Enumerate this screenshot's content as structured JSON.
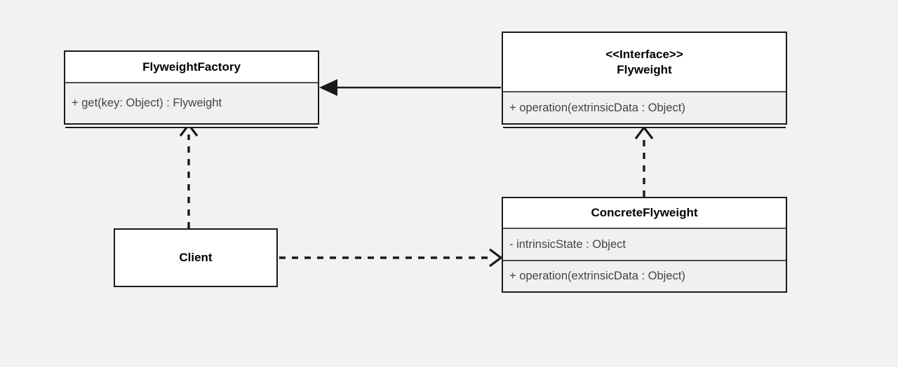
{
  "diagram": {
    "kind": "uml-class-diagram",
    "pattern": "Flyweight",
    "background_color": "#f2f2f2",
    "line_color": "#1a1a1a",
    "body_text_color": "#444444",
    "title_text_color": "#000000",
    "compartment_fill": "#f0f0f0",
    "header_fill": "#ffffff"
  },
  "classes": {
    "flyweight_factory": {
      "name": "FlyweightFactory",
      "operations": [
        "+ get(key: Object) : Flyweight"
      ]
    },
    "flyweight": {
      "stereotype": "<<Interface>>",
      "name": "Flyweight",
      "operations": [
        "+ operation(extrinsicData : Object)"
      ]
    },
    "concrete_flyweight": {
      "name": "ConcreteFlyweight",
      "attributes": [
        "- intrinsicState : Object"
      ],
      "operations": [
        "+ operation(extrinsicData : Object)"
      ]
    },
    "client": {
      "name": "Client"
    }
  },
  "relationships": [
    {
      "id": "flyweight-to-factory",
      "from": "flyweight",
      "to": "flyweight_factory",
      "style": "solid",
      "arrowhead": "filled-triangle",
      "label": ""
    },
    {
      "id": "client-to-factory",
      "from": "client",
      "to": "flyweight_factory",
      "style": "dashed",
      "arrowhead": "open-vee",
      "label": ""
    },
    {
      "id": "client-to-concreteflyweight",
      "from": "client",
      "to": "concrete_flyweight",
      "style": "dashed",
      "arrowhead": "open-vee",
      "label": ""
    },
    {
      "id": "concreteflyweight-to-flyweight",
      "from": "concrete_flyweight",
      "to": "flyweight",
      "style": "dashed",
      "arrowhead": "open-vee",
      "label": ""
    }
  ]
}
